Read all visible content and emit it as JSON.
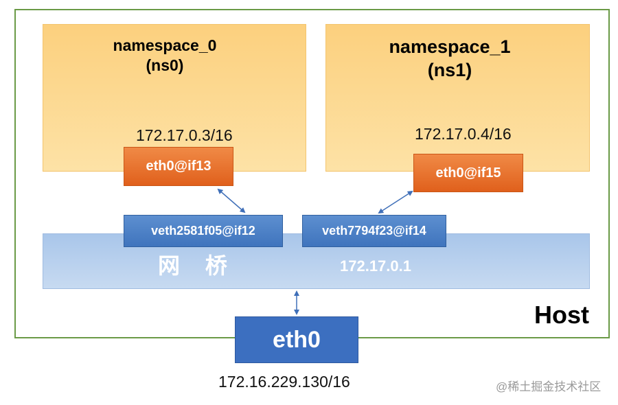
{
  "host": {
    "label": "Host"
  },
  "namespaces": [
    {
      "name": "namespace_0",
      "alias": "(ns0)",
      "ip": "172.17.0.3/16",
      "iface": "eth0@if13"
    },
    {
      "name": "namespace_1",
      "alias": "(ns1)",
      "ip": "172.17.0.4/16",
      "iface": "eth0@if15"
    }
  ],
  "bridge": {
    "label": "网 桥",
    "ip": "172.17.0.1",
    "veths": [
      "veth2581f05@if12",
      "veth7794f23@if14"
    ]
  },
  "host_eth": {
    "label": "eth0",
    "ip": "172.16.229.130/16"
  },
  "watermark": "@稀土掘金技术社区",
  "colors": {
    "host_border": "#6a9a46",
    "namespace_fill": "#fcd07e",
    "ns_iface_fill": "#e8702a",
    "bridge_fill": "#b7cfee",
    "veth_fill": "#4a7fc4",
    "host_eth_fill": "#3c6fc0",
    "arrow": "#3f6fb8"
  }
}
